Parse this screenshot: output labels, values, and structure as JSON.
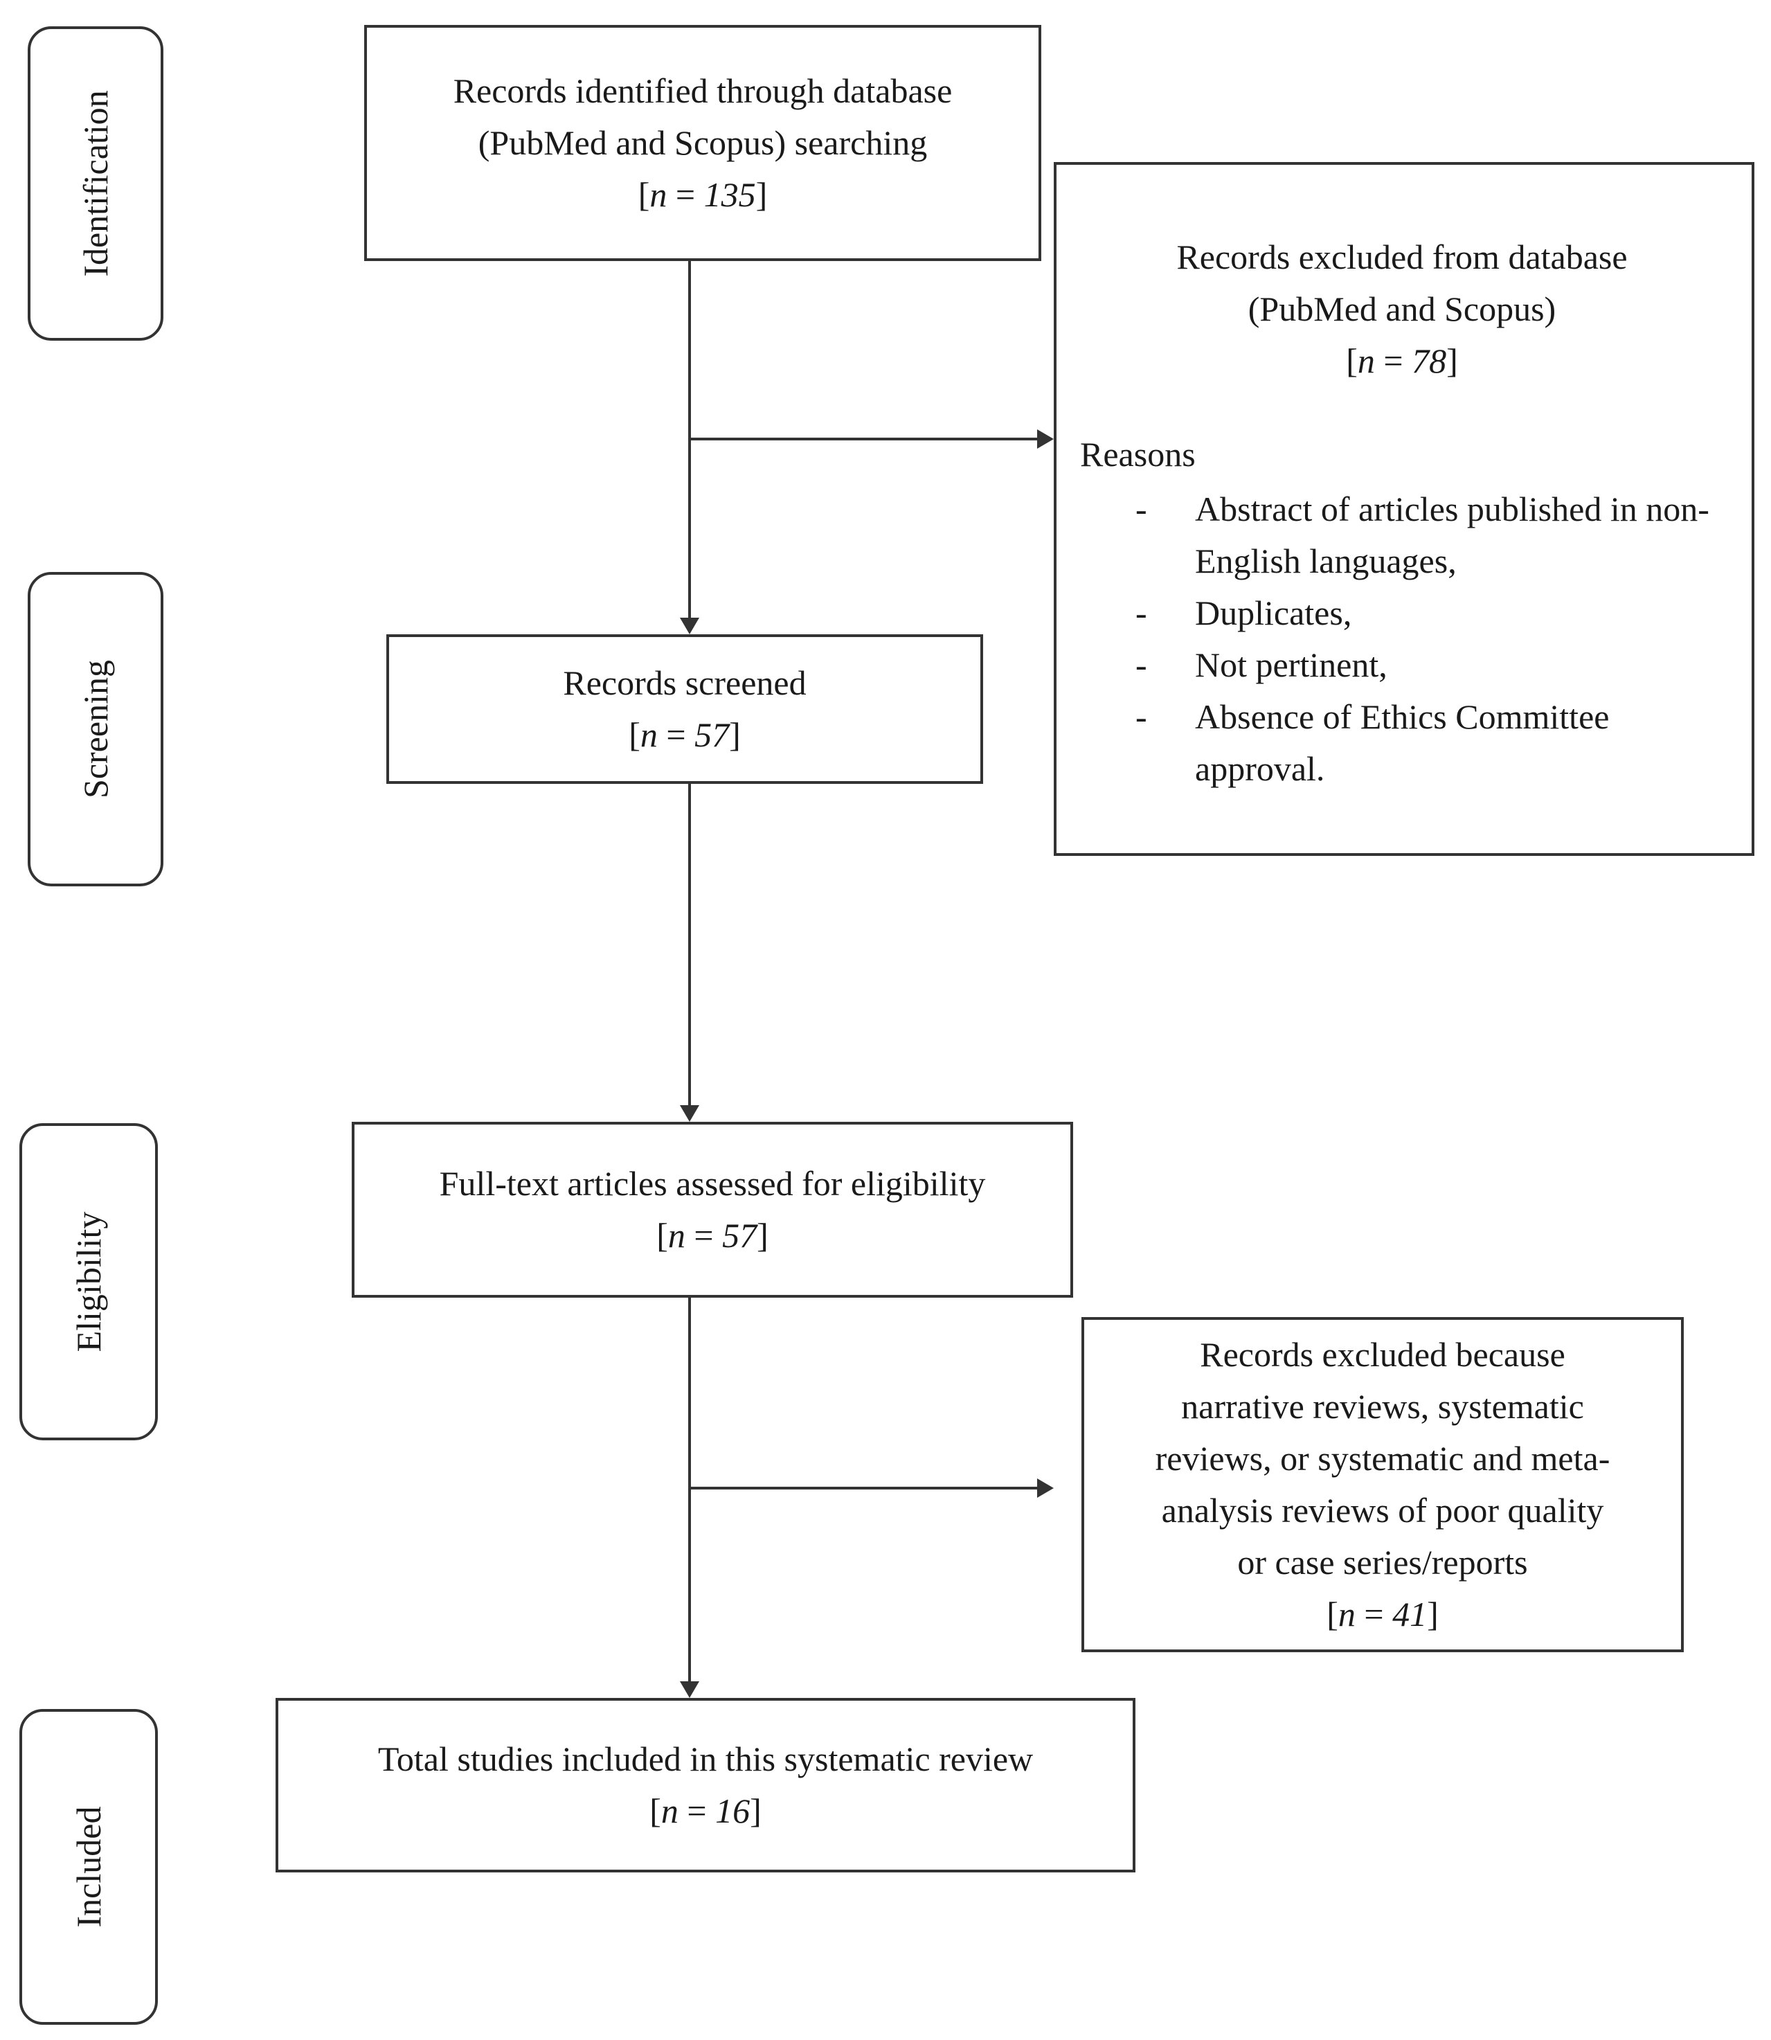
{
  "phases": {
    "identification": "Identification",
    "screening": "Screening",
    "eligibility": "Eligibility",
    "included": "Included"
  },
  "boxes": {
    "identified": {
      "line1": "Records identified through database",
      "line2": "(PubMed and Scopus) searching",
      "n": "135"
    },
    "excluded_database": {
      "line1": "Records excluded from database",
      "line2": "(PubMed and Scopus)",
      "n": "78",
      "reasons_title": "Reasons",
      "reasons": [
        "Abstract of articles published in non-English languages,",
        "Duplicates,",
        "Not pertinent,",
        "Absence of Ethics Committee approval."
      ]
    },
    "screened": {
      "line1": "Records screened",
      "n": "57"
    },
    "fulltext": {
      "line1": "Full-text articles assessed for eligibility",
      "n": "57"
    },
    "excluded_reviews": {
      "line1": "Records excluded because",
      "line2": "narrative reviews, systematic",
      "line3": "reviews, or systematic and meta-",
      "line4": "analysis reviews of poor quality",
      "line5": "or case series/reports",
      "n": "41"
    },
    "included": {
      "line1": "Total studies included in this systematic review",
      "n": "16"
    }
  },
  "n_prefix": "[",
  "n_var": "n",
  "n_eq": " = ",
  "n_suffix": "]",
  "reason_bullet": "-",
  "colors": {
    "stroke": "#333333",
    "text": "#1a1a1a",
    "background": "#ffffff"
  }
}
